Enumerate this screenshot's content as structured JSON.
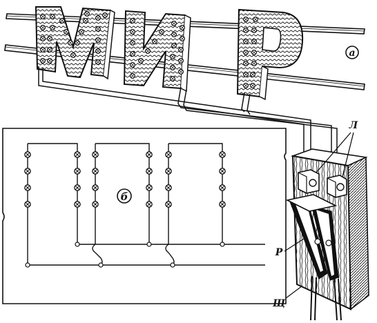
{
  "labels": {
    "a": "а",
    "b": "б",
    "lamps": "Л",
    "switch": "Р",
    "panel": "Щ"
  },
  "sign": {
    "letters": [
      "М",
      "И",
      "Р"
    ]
  },
  "colors": {
    "ink": "#111111",
    "background": "#ffffff"
  }
}
